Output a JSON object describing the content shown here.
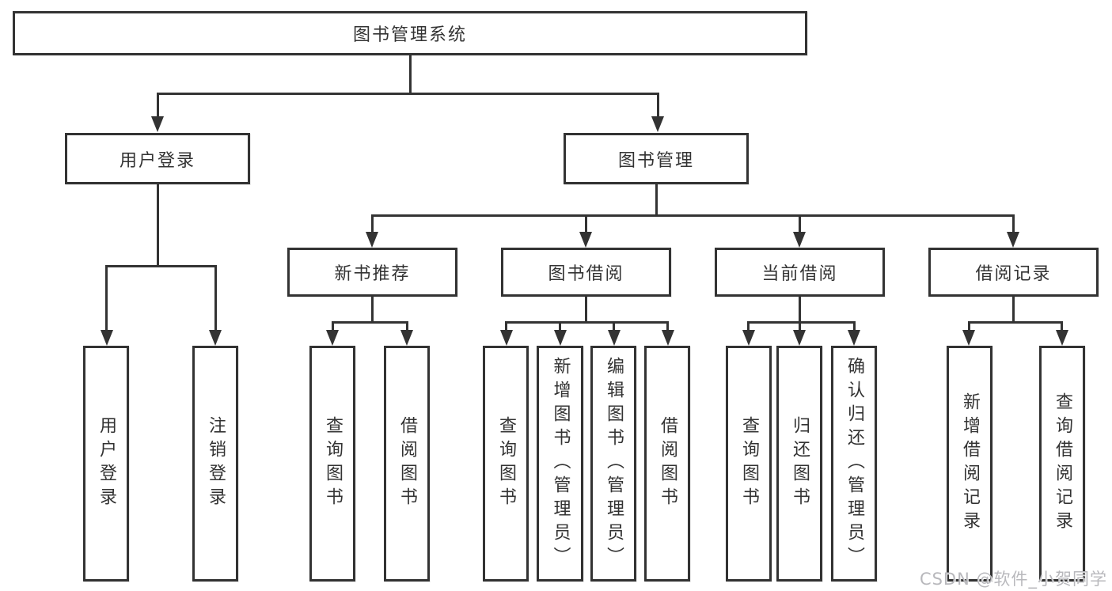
{
  "colors": {
    "line": "#333333",
    "text": "#333333",
    "watermark": "#b8b8bc",
    "background": "#ffffff"
  },
  "tree": {
    "root": {
      "label": "图书管理系统"
    },
    "level2": [
      {
        "label": "用户登录"
      },
      {
        "label": "图书管理"
      }
    ],
    "level3": [
      {
        "label": "新书推荐"
      },
      {
        "label": "图书借阅"
      },
      {
        "label": "当前借阅"
      },
      {
        "label": "借阅记录"
      }
    ],
    "leaves": {
      "user_login": [
        {
          "label": "用户登录"
        },
        {
          "label": "注销登录"
        }
      ],
      "new_books": [
        {
          "label": "查询图书"
        },
        {
          "label": "借阅图书"
        }
      ],
      "book_borrow": [
        {
          "label": "查询图书"
        },
        {
          "label": "新增图书（管理员）"
        },
        {
          "label": "编辑图书（管理员）"
        },
        {
          "label": "借阅图书"
        }
      ],
      "current_borrow": [
        {
          "label": "查询图书"
        },
        {
          "label": "归还图书"
        },
        {
          "label": "确认归还（管理员）"
        }
      ],
      "borrow_records": [
        {
          "label": "新增借阅记录"
        },
        {
          "label": "查询借阅记录"
        }
      ]
    }
  },
  "watermark": {
    "text": "CSDN @软件_小贺同学"
  }
}
